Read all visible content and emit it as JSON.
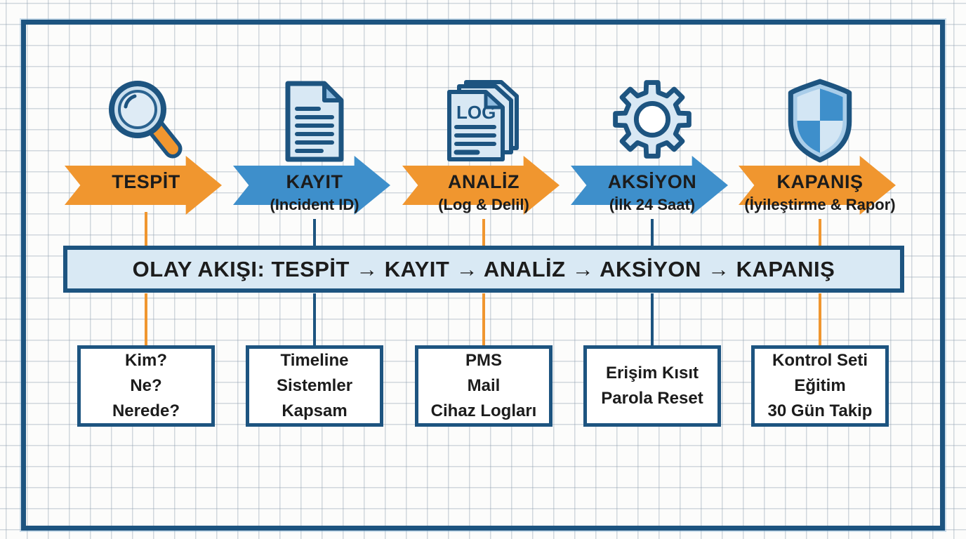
{
  "palette": {
    "navy_outline": "#1D5480",
    "orange": "#F0962F",
    "blue": "#3E8FCB",
    "connector_blue": "#1D5480",
    "banner_fill": "#D9E9F4",
    "icon_light_fill": "#D8E8F4",
    "text": "#1C1C1C"
  },
  "flow_banner": {
    "text": "OLAY AKIŞI: TESPİT → KAYIT → ANALİZ → AKSİYON → KAPANIŞ"
  },
  "stages": [
    {
      "label": "TESPİT",
      "sublabel": "",
      "icon": "magnifier-search-icon",
      "arrow_color": "orange",
      "details": [
        "Kim?",
        "Ne?",
        "Nerede?"
      ]
    },
    {
      "label": "KAYIT",
      "sublabel": "(Incident ID)",
      "icon": "document-icon",
      "arrow_color": "blue",
      "details": [
        "Timeline",
        "Sistemler",
        "Kapsam"
      ]
    },
    {
      "label": "ANALİZ",
      "sublabel": "(Log & Delil)",
      "icon": "log-pages-icon",
      "arrow_color": "orange",
      "details": [
        "PMS",
        "Mail",
        "Cihaz Logları"
      ]
    },
    {
      "label": "AKSİYON",
      "sublabel": "(İlk 24 Saat)",
      "icon": "gear-icon",
      "arrow_color": "blue",
      "details": [
        "Erişim Kısıt",
        "Parola Reset"
      ]
    },
    {
      "label": "KAPANIŞ",
      "sublabel": "(İyileştirme & Rapor)",
      "icon": "shield-icon",
      "arrow_color": "orange",
      "details": [
        "Kontrol Seti",
        "Eğitim",
        "30 Gün Takip"
      ]
    }
  ],
  "icons": {
    "log_text": "LOG"
  }
}
